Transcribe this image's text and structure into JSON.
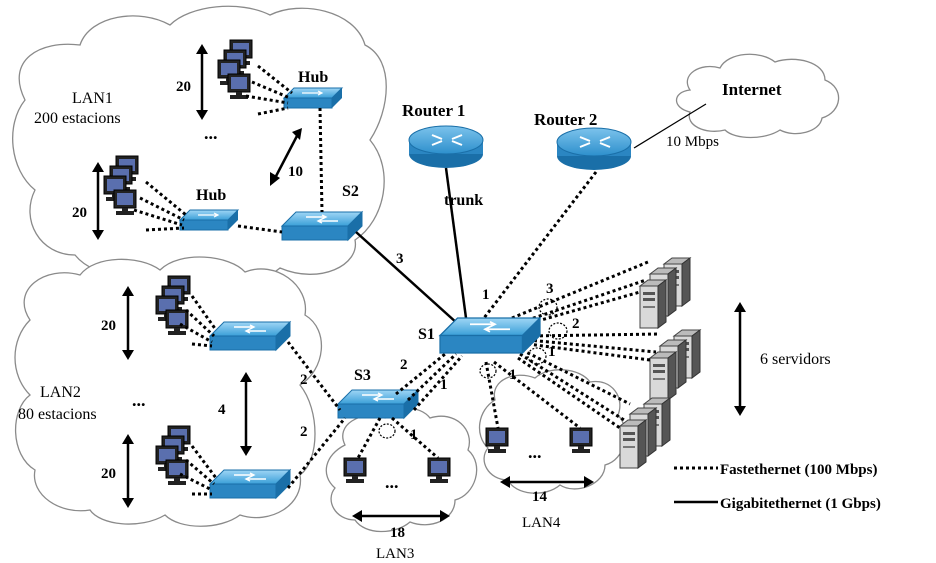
{
  "labels": {
    "lan1": "LAN1",
    "lan1_count": "200 estacions",
    "lan2": "LAN2",
    "lan2_count": "80 estacions",
    "lan3": "LAN3",
    "lan4": "LAN4",
    "hub": "Hub",
    "switch_s1": "S1",
    "switch_s2": "S2",
    "switch_s3": "S3",
    "router1": "Router 1",
    "router2": "Router 2",
    "internet": "Internet",
    "internet_speed": "10 Mbps",
    "trunk": "trunk",
    "servers": "6 servidors",
    "ellipsis": "..."
  },
  "counts": {
    "n20": "20",
    "n10": "10",
    "n4": "4",
    "n18": "18",
    "n14": "14",
    "n3": "3",
    "n2": "2",
    "n1": "1"
  },
  "legend": {
    "fast": "Fastethernet (100 Mbps)",
    "giga": "Gigabitethernet (1 Gbps)"
  },
  "colors": {
    "device_blue": "#3a9fd8",
    "device_dark": "#1a6fa8",
    "cloud_stroke": "#8a8a8a",
    "link": "#000000"
  }
}
